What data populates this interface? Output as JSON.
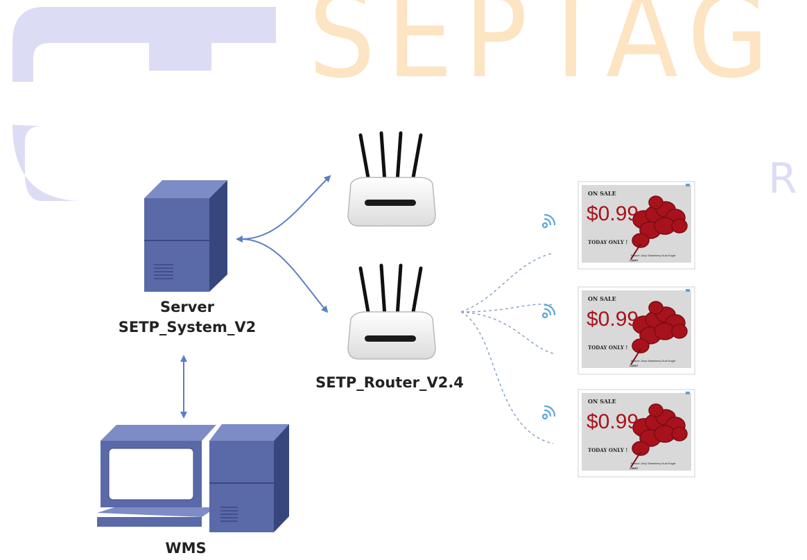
{
  "watermark": {
    "text": "SEPTAG",
    "side_letter": "R",
    "left_color": "#dcdcf5",
    "right_color": "#fde4c2"
  },
  "colors": {
    "server_front": "#5a6aa8",
    "server_side": "#37467d",
    "server_top": "#7d8cc6",
    "arrow": "#5a7fc4",
    "wireless_line": "#8aa2c8",
    "wifi_icon": "#5aa5d8",
    "price_red": "#a8121c",
    "label_bg": "#d9d9d9"
  },
  "nodes": {
    "server": {
      "label_line1": "Server",
      "label_line2": "SETP_System_V2",
      "icon": "server-tower-icon"
    },
    "wms": {
      "label": "WMS",
      "icon": "workstation-icon"
    },
    "router_top": {
      "icon": "router-icon"
    },
    "router_bottom": {
      "label": "SETP_Router_V2.4",
      "icon": "router-icon"
    }
  },
  "price_tags": [
    {
      "on_sale": "ON SALE",
      "price": "$0.99",
      "note": "TODAY ONLY !",
      "product": "Muscle Juicy Strawberry Dual Sugar",
      "brand": "CANDY"
    },
    {
      "on_sale": "ON SALE",
      "price": "$0.99",
      "note": "TODAY ONLY !",
      "product": "Muscle Juicy Strawberry Dual Sugar",
      "brand": "CANDY"
    },
    {
      "on_sale": "ON SALE",
      "price": "$0.99",
      "note": "TODAY ONLY !",
      "product": "Muscle Juicy Strawberry Dual Sugar",
      "brand": "CANDY"
    }
  ]
}
